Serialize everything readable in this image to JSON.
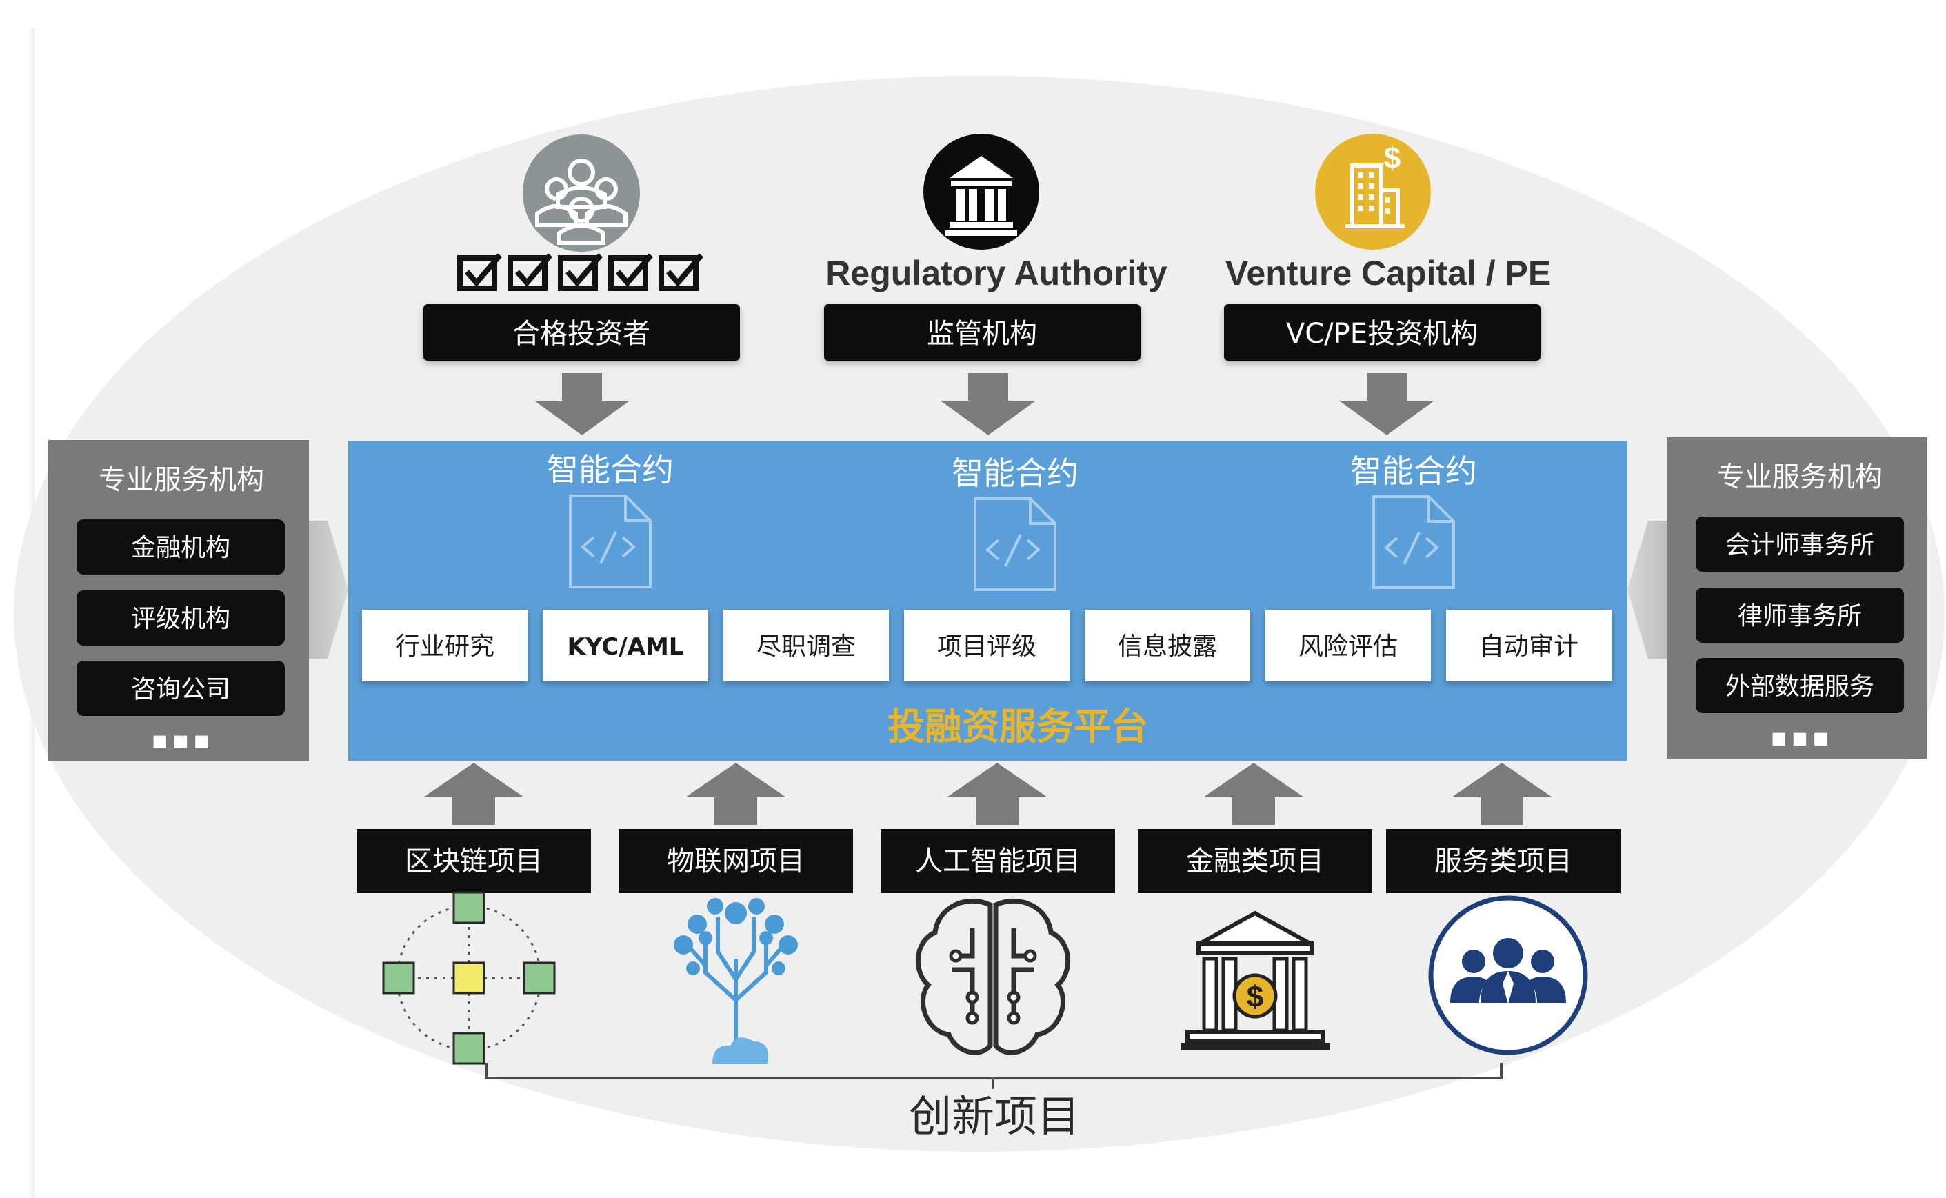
{
  "colors": {
    "ellipse": "#efefef",
    "platform": "#5b9fd8",
    "platform_title": "#e8b52b",
    "label_bg": "#0f0f0f",
    "side_panel": "#7a7a7a",
    "arrow": "#7b7b7b",
    "gold": "#e6b52c",
    "gray_circle": "#8c9496"
  },
  "top": [
    {
      "icon": "investor-group-icon",
      "caption": "",
      "label": "合格投资者"
    },
    {
      "icon": "bank-building-icon",
      "caption": "Regulatory Authority",
      "label": "监管机构"
    },
    {
      "icon": "building-dollar-icon",
      "caption": "Venture Capital / PE",
      "label": "VC/PE投资机构"
    }
  ],
  "side_left": {
    "title": "专业服务机构",
    "items": [
      "金融机构",
      "评级机构",
      "咨询公司"
    ],
    "more": "■ ■ ■"
  },
  "side_right": {
    "title": "专业服务机构",
    "items": [
      "会计师事务所",
      "律师事务所",
      "外部数据服务"
    ],
    "more": "■ ■ ■"
  },
  "platform": {
    "contracts": [
      "智能合约",
      "智能合约",
      "智能合约"
    ],
    "services": [
      "行业研究",
      "KYC/AML",
      "尽职调查",
      "项目评级",
      "信息披露",
      "风险评估",
      "自动审计"
    ],
    "title": "投融资服务平台"
  },
  "projects": [
    {
      "label": "区块链项目",
      "icon": "blockchain-cubes-icon"
    },
    {
      "label": "物联网项目",
      "icon": "iot-tree-icon"
    },
    {
      "label": "人工智能项目",
      "icon": "ai-brain-icon"
    },
    {
      "label": "金融类项目",
      "icon": "bank-dollar-icon"
    },
    {
      "label": "服务类项目",
      "icon": "team-service-icon"
    }
  ],
  "footer": "创新项目"
}
